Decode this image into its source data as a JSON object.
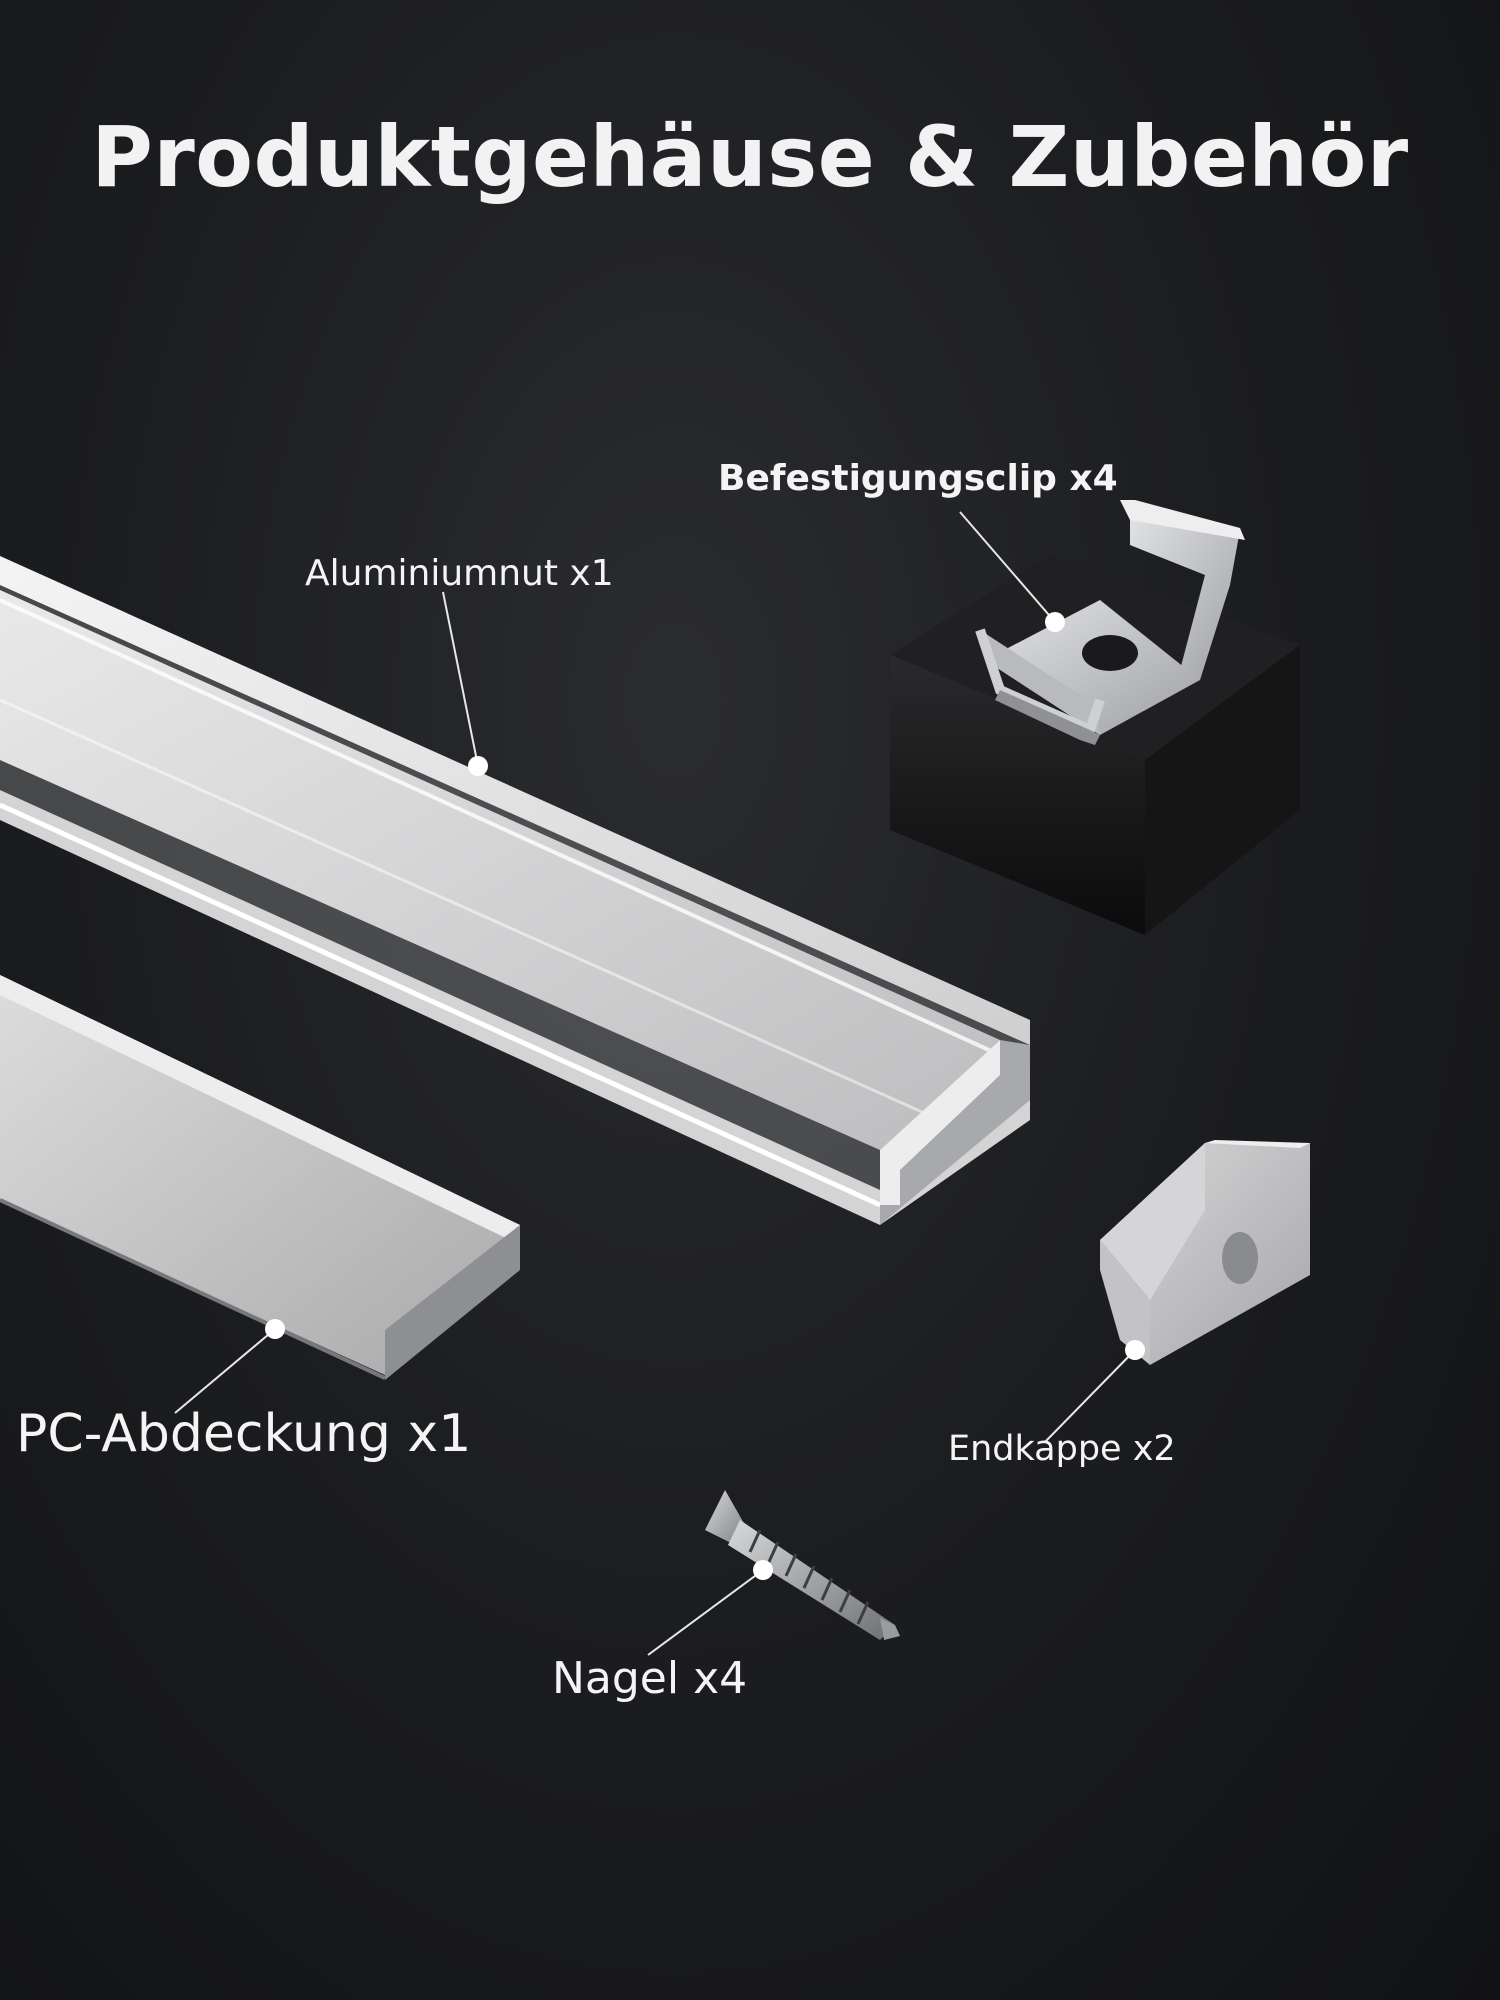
{
  "title": "Produktgehäuse & Zubehör",
  "labels": {
    "aluminium": "Aluminiumnut x1",
    "clip": "Befestigungsclip x4",
    "cover": "PC-Abdeckung x1",
    "endcap": "Endkappe x2",
    "nail": "Nagel x4"
  },
  "colors": {
    "background": "#1d1e21",
    "text": "#f2f2f2",
    "aluminium": "#dcdcdc",
    "cover": "#c9c9c9",
    "block": "#0f0f10"
  },
  "icons": {
    "aluminium": "aluminium-profile-icon",
    "clip": "mounting-clip-icon",
    "cover": "pc-cover-icon",
    "endcap": "end-cap-icon",
    "nail": "screw-icon"
  }
}
